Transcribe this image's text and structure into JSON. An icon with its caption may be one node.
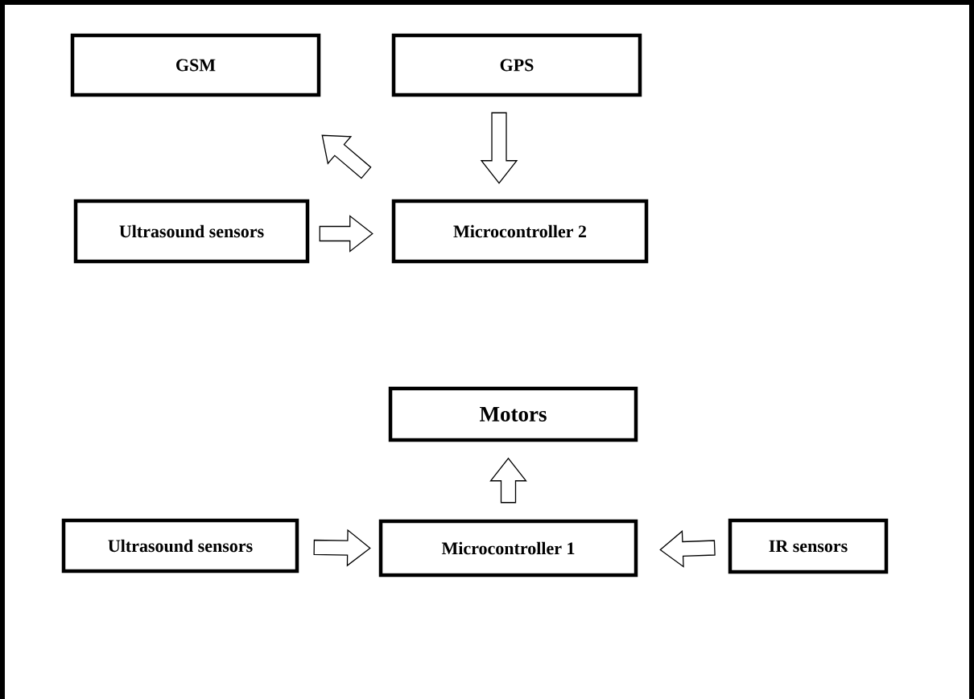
{
  "diagram": {
    "nodes": [
      {
        "text": [
          "GSM"
        ]
      },
      {
        "text": [
          "GPS"
        ]
      },
      {
        "text": [
          "Ultrasound sensors"
        ]
      },
      {
        "text": [
          "Microcontroller 2"
        ]
      },
      {
        "text": [
          "Motors"
        ]
      },
      {
        "text": [
          "Ultrasound sensors"
        ]
      },
      {
        "text": [
          "Microcontroller 1"
        ]
      },
      {
        "text": [
          "IR sensors"
        ]
      }
    ],
    "edges": [
      {
        "from": 3,
        "to": 0,
        "arrow": "to"
      },
      {
        "from": 1,
        "to": 3,
        "arrow": "to"
      },
      {
        "from": 2,
        "to": 3,
        "arrow": "to"
      },
      {
        "from": 6,
        "to": 4,
        "arrow": "to"
      },
      {
        "from": 5,
        "to": 6,
        "arrow": "to"
      },
      {
        "from": 7,
        "to": 6,
        "arrow": "to"
      }
    ]
  }
}
